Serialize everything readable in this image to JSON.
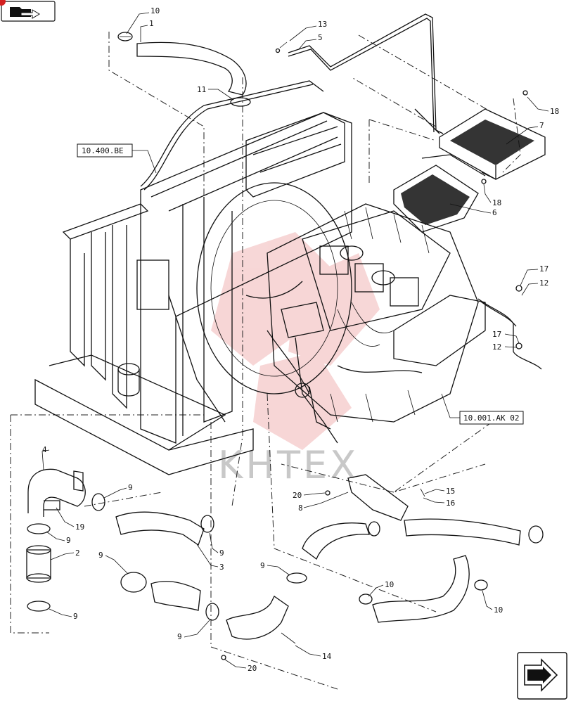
{
  "references": {
    "radiator": "10.400.BE",
    "engine": "10.001.AK 02"
  },
  "callouts": {
    "c10_top": "10",
    "c1": "1",
    "c13": "13",
    "c5": "5",
    "c11": "11",
    "c18_top": "18",
    "c7": "7",
    "c18_mid": "18",
    "c6": "6",
    "c17_a": "17",
    "c12_a": "12",
    "c17_b": "17",
    "c12_b": "12",
    "c4": "4",
    "c19": "19",
    "c9_a": "9",
    "c9_b": "9",
    "c2": "2",
    "c9_c": "9",
    "c9_d": "9",
    "c3": "3",
    "c9_e": "9",
    "c9_f": "9",
    "c9_g": "9",
    "c20_a": "20",
    "c8": "8",
    "c15": "15",
    "c16": "16",
    "c10_mid": "10",
    "c10_right": "10",
    "c14": "14",
    "c20_b": "20"
  },
  "watermark": "KHTEX",
  "icons": {
    "top_left": "open-folder-arrow-icon",
    "bottom_right": "next-page-arrow-icon"
  }
}
